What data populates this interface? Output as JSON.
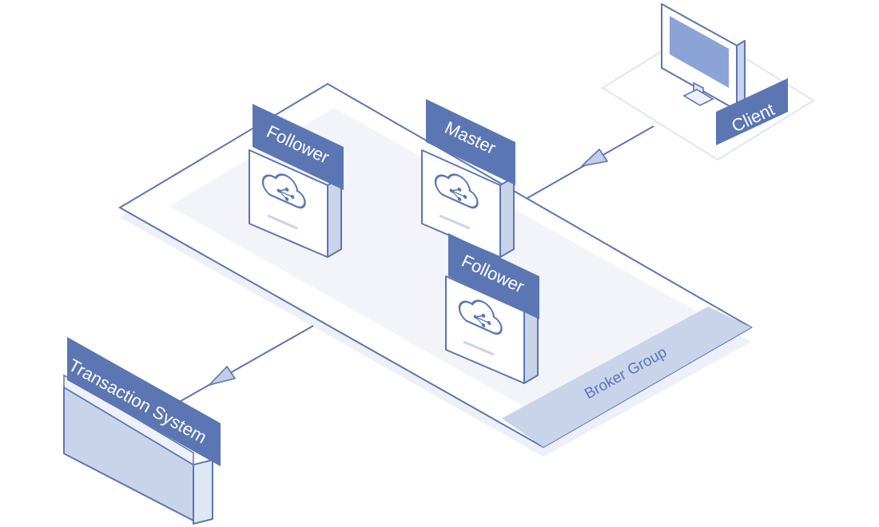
{
  "diagram": {
    "nodes": {
      "follower_left": {
        "label": "Follower",
        "icon": "cloud-network-icon"
      },
      "master": {
        "label": "Master",
        "icon": "cloud-network-icon"
      },
      "follower_bottom": {
        "label": "Follower",
        "icon": "cloud-network-icon"
      },
      "client": {
        "label": "Client",
        "icon": "monitor-icon"
      },
      "transaction_system": {
        "label": "Transaction System"
      }
    },
    "group": {
      "label": "Broker Group"
    },
    "edges": [
      {
        "from": "client",
        "to": "master"
      },
      {
        "from": "broker-group",
        "to": "transaction_system"
      }
    ]
  },
  "colors": {
    "line": "#5b76b2",
    "label_bg": "#5b76b2",
    "panel_fill": "#c9d3ea",
    "light_fill": "#eef1f9",
    "screen": "#8ca3d8"
  }
}
